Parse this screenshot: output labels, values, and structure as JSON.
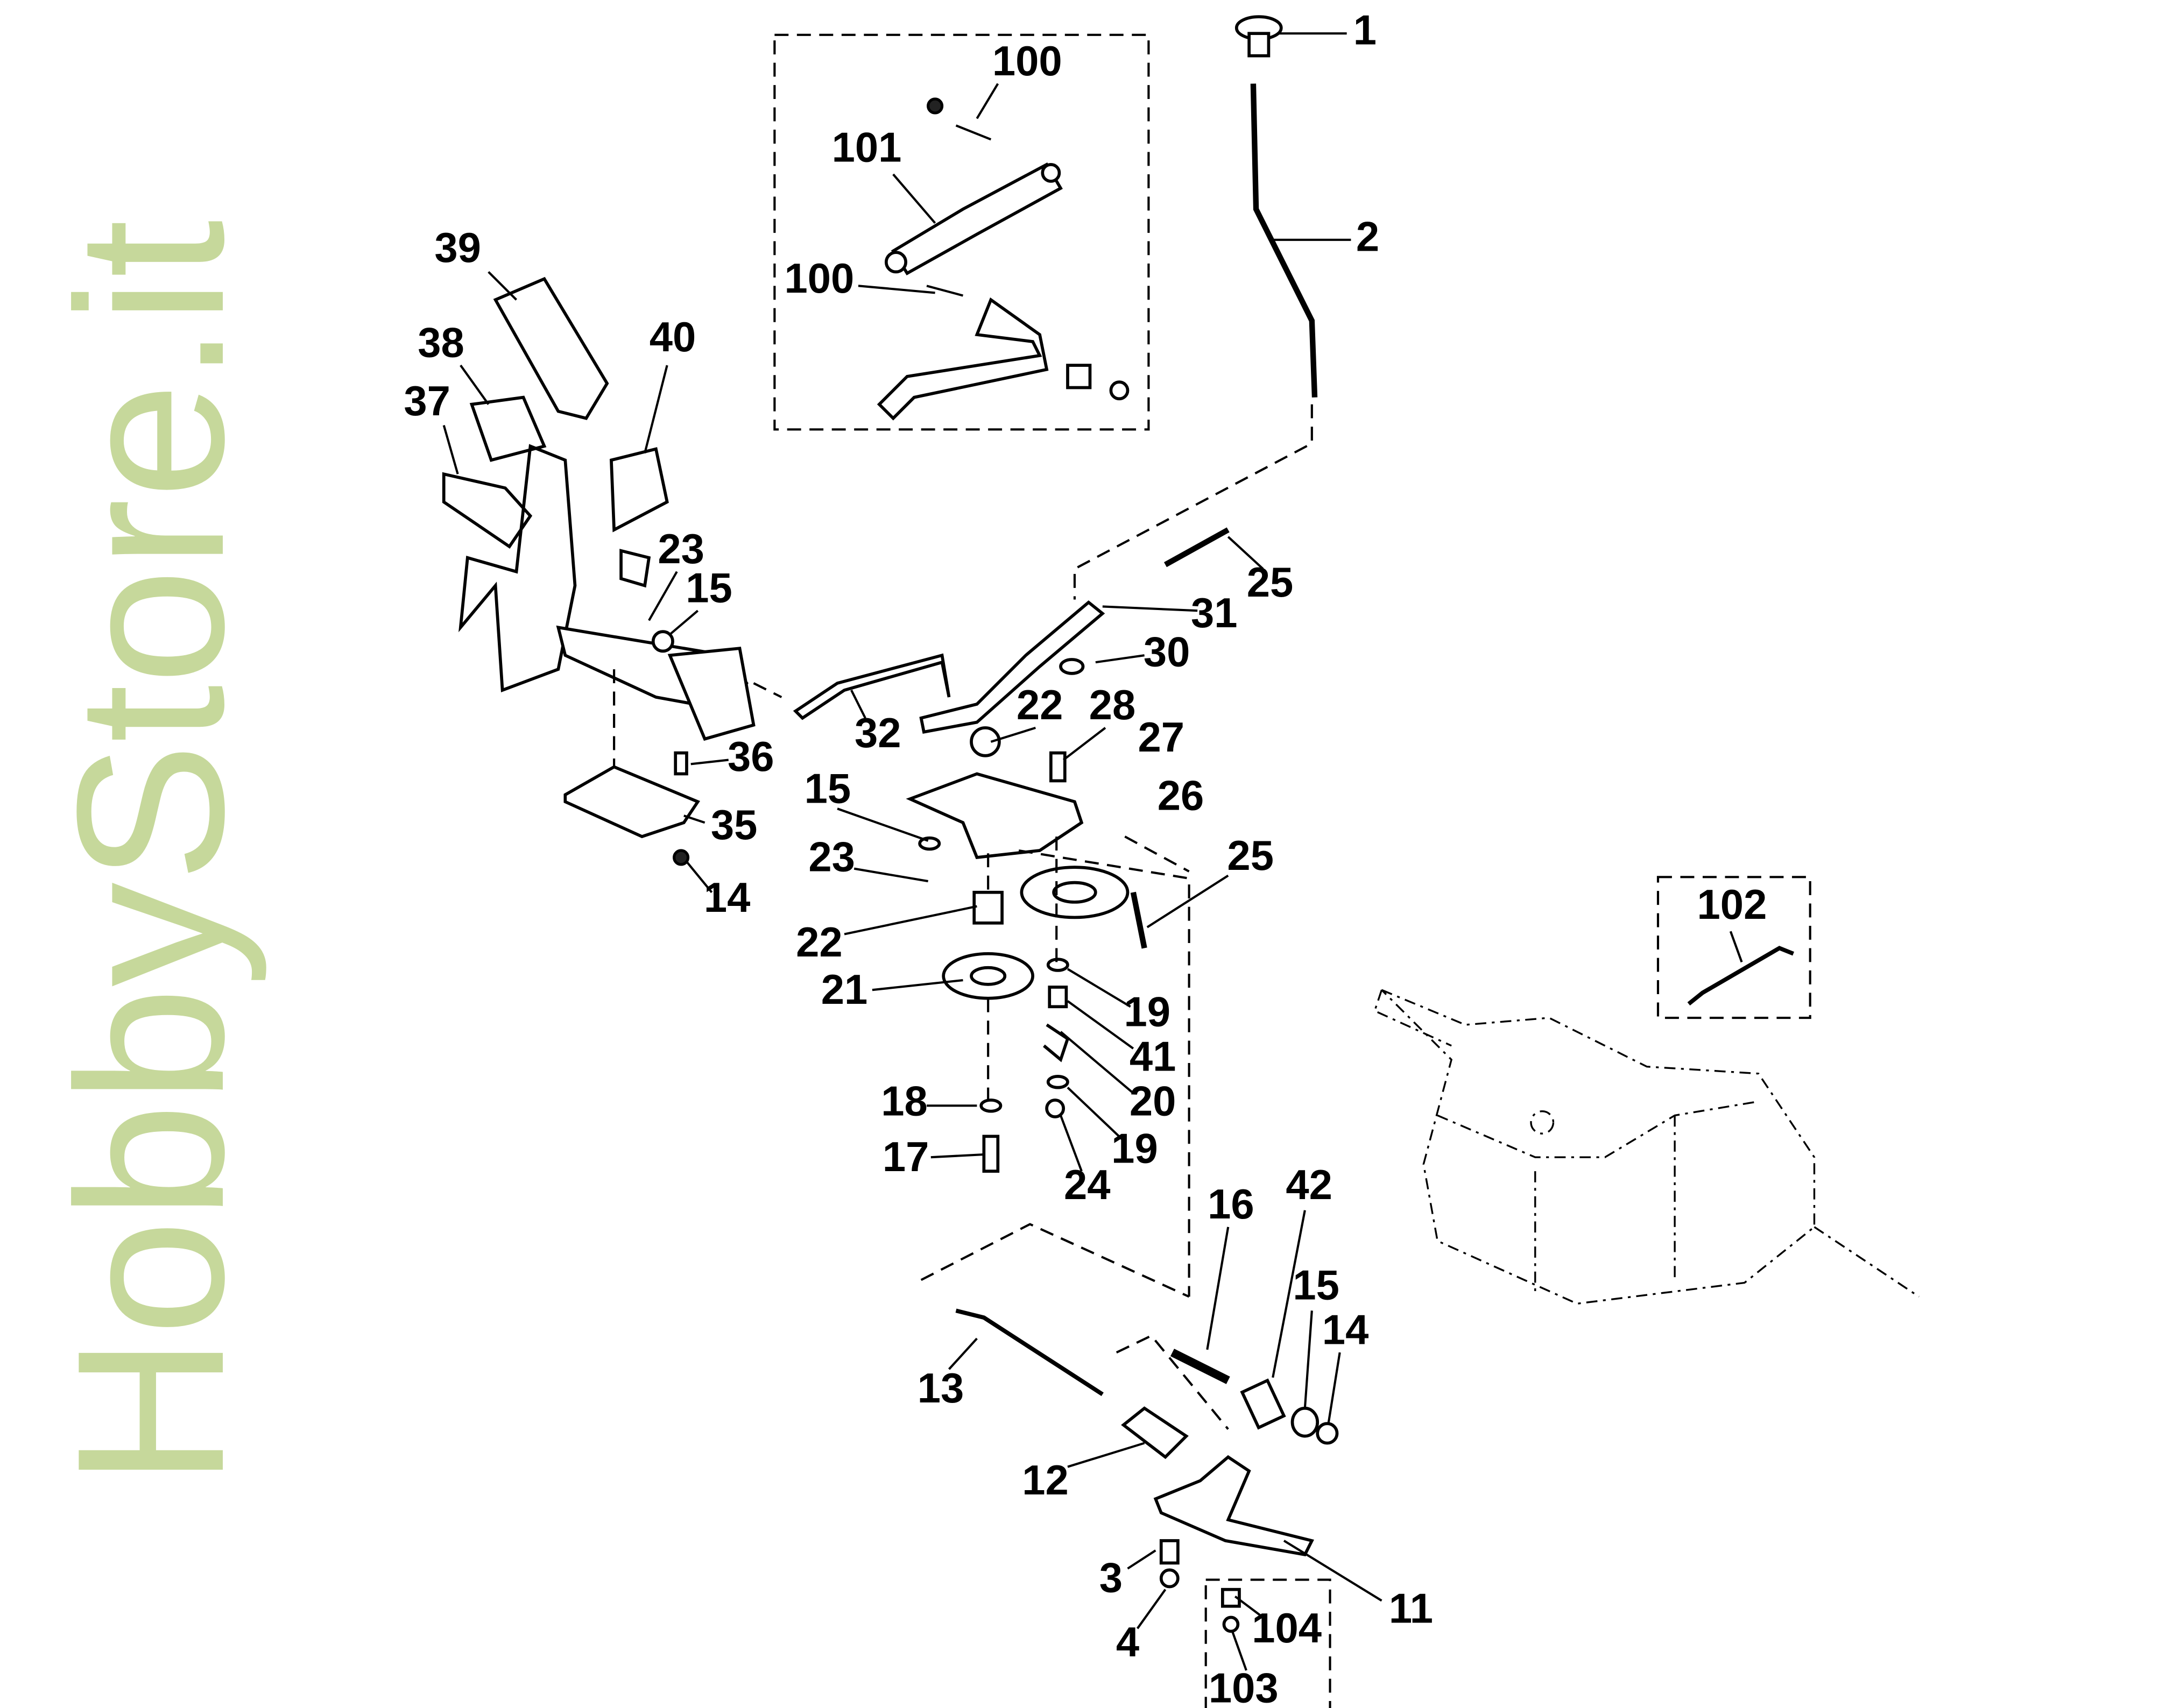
{
  "diagram": {
    "watermark": "HobbyStore.it",
    "labels": [
      "1",
      "2",
      "100",
      "101",
      "100",
      "39",
      "38",
      "40",
      "37",
      "23",
      "15",
      "25",
      "31",
      "30",
      "22",
      "28",
      "27",
      "26",
      "32",
      "36",
      "15",
      "35",
      "23",
      "25",
      "14",
      "22",
      "21",
      "19",
      "41",
      "20",
      "18",
      "19",
      "17",
      "24",
      "16",
      "42",
      "15",
      "14",
      "13",
      "12",
      "11",
      "3",
      "4",
      "104",
      "103",
      "102"
    ],
    "colors": {
      "line": "#000000",
      "watermark": "#c3d696",
      "background": "#ffffff"
    }
  }
}
